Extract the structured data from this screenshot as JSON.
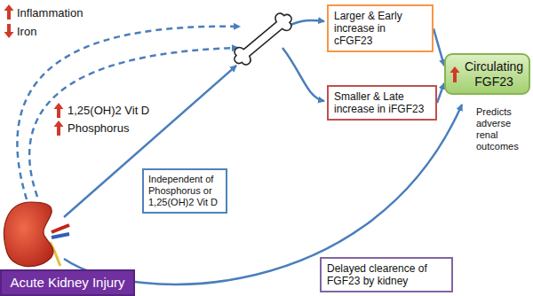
{
  "diagram": {
    "nodes": [
      {
        "text": [
          "Larger & Early increase in cFGF23"
        ]
      },
      {
        "text": [
          "Circulating FGF23"
        ]
      },
      {
        "text": [
          "Smaller & Late increase in iFGF23"
        ]
      },
      {
        "text": [
          "Independent of Phosphorus or 1,25(OH)2 Vit D"
        ]
      },
      {
        "text": [
          "Delayed clearence of FGF23 by kidney"
        ]
      },
      {
        "text": [
          "Acute Kidney Injury"
        ]
      }
    ],
    "edges": [
      {
        "from": 0,
        "to": 1,
        "arrow": "to"
      },
      {
        "from": 2,
        "to": 1,
        "arrow": "to"
      }
    ],
    "labels": [
      "Inflammation",
      "Iron",
      "1,25(OH)2 Vit D",
      "Phosphorus",
      "Predicts adverse renal outcomes"
    ]
  }
}
